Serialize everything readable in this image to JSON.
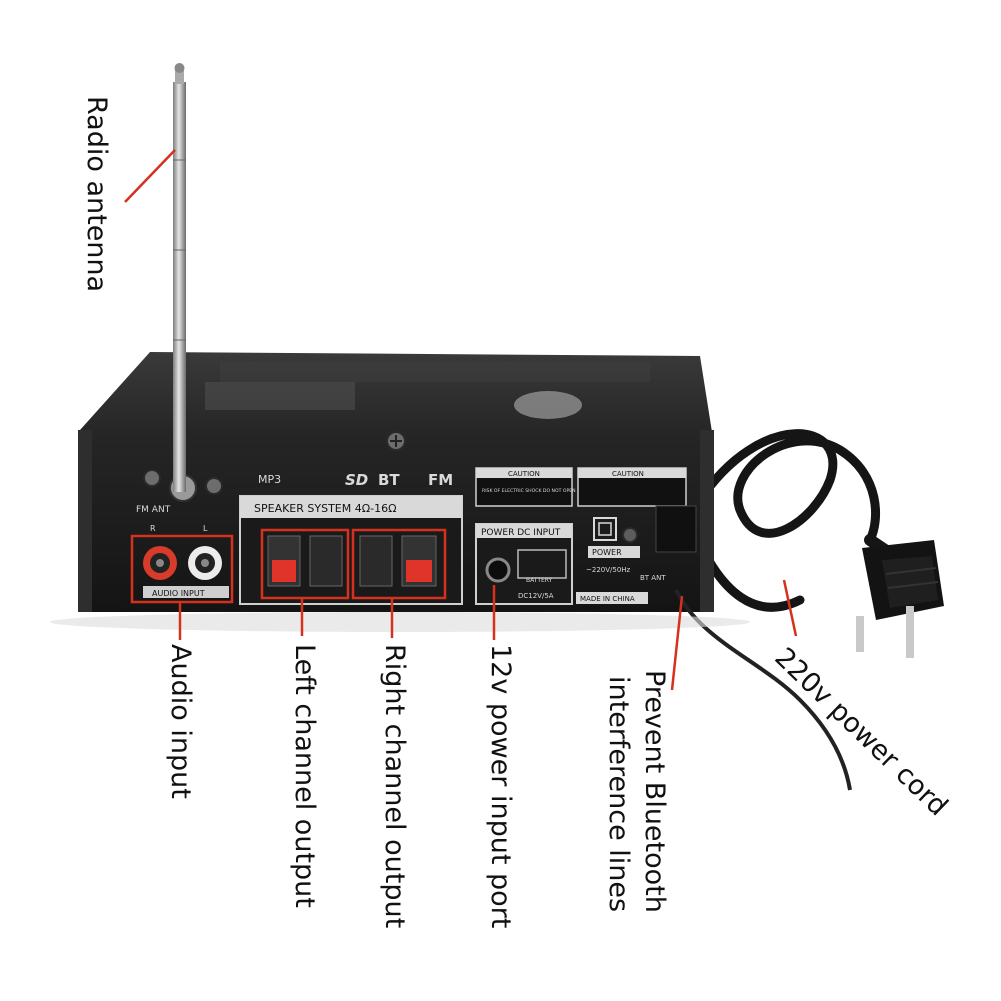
{
  "labels": {
    "radio_antenna": "Radio antenna",
    "audio_input": "Audio input",
    "left_channel_output": "Left channel output",
    "right_channel_output": "Right channel output",
    "power_input_port": "12v power input port",
    "prevent_bt_line1": "Prevent Bluetooth",
    "prevent_bt_line2": "interference lines",
    "power_cord": "220v power cord"
  },
  "panel": {
    "fm_ant": "FM ANT",
    "mp3": "MP3",
    "sd": "SD",
    "bt": "BT",
    "fm": "FM",
    "channel_r": "R",
    "channel_l": "L",
    "audio_input_tag": "AUDIO INPUT",
    "speaker_system": "SPEAKER SYSTEM 4Ω-16Ω",
    "power_dc_input": "POWER DC INPUT",
    "battery": "BATTERY",
    "dc_rating": "DC12V/5A",
    "caution_1": "CAUTION",
    "caution_1_text": "RISK OF ELECTRIC SHOCK DO NOT OPEN",
    "caution_2": "CAUTION",
    "power": "POWER",
    "ac_rating": "~220V/50Hz",
    "made_in": "MADE IN CHINA",
    "bt_ant": "BT ANT"
  },
  "colors": {
    "accent_red": "#d6301f",
    "panel_dark": "#2a2a2a",
    "panel_face": "#1d1d1d",
    "text_dark": "#111111"
  }
}
